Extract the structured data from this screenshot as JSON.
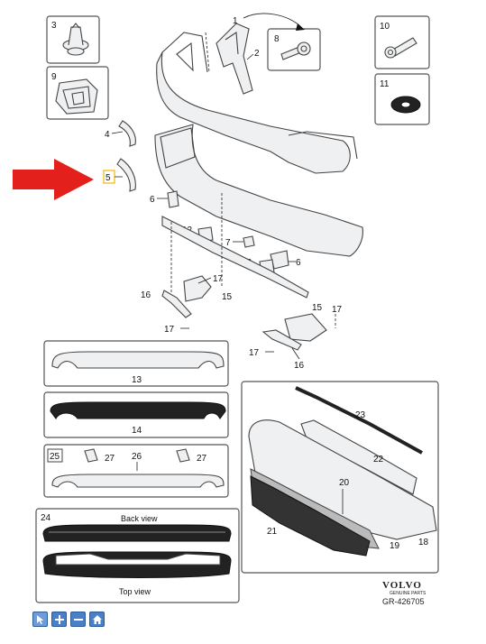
{
  "callouts": {
    "c1": "1",
    "c2": "2",
    "c3": "3",
    "c4": "4",
    "c5": "5",
    "c6a": "6",
    "c6b": "6",
    "c7": "7",
    "c8": "8",
    "c9": "9",
    "c10": "10",
    "c11": "11",
    "c12a": "12",
    "c12b": "12",
    "c13": "13",
    "c14": "14",
    "c15a": "15",
    "c15b": "15",
    "c16a": "16",
    "c16b": "16",
    "c17a": "17",
    "c17b": "17",
    "c17c": "17",
    "c17d": "17",
    "c18": "18",
    "c19": "19",
    "c20": "20",
    "c21": "21",
    "c22": "22",
    "c23": "23",
    "c24": "24",
    "c25": "25",
    "c26": "26",
    "c27a": "27",
    "c27b": "27"
  },
  "panel24": {
    "back_view": "Back view",
    "top_view": "Top view"
  },
  "brand": {
    "name": "VOLVO",
    "tagline": "GENUINE PARTS",
    "reference": "GR-426705"
  },
  "highlight": {
    "arrow_color": "#e3201b",
    "box_color": "#f2b705"
  },
  "toolbar": {
    "buttons": [
      "select-icon",
      "zoom-in-icon",
      "zoom-out-icon",
      "home-icon"
    ]
  }
}
